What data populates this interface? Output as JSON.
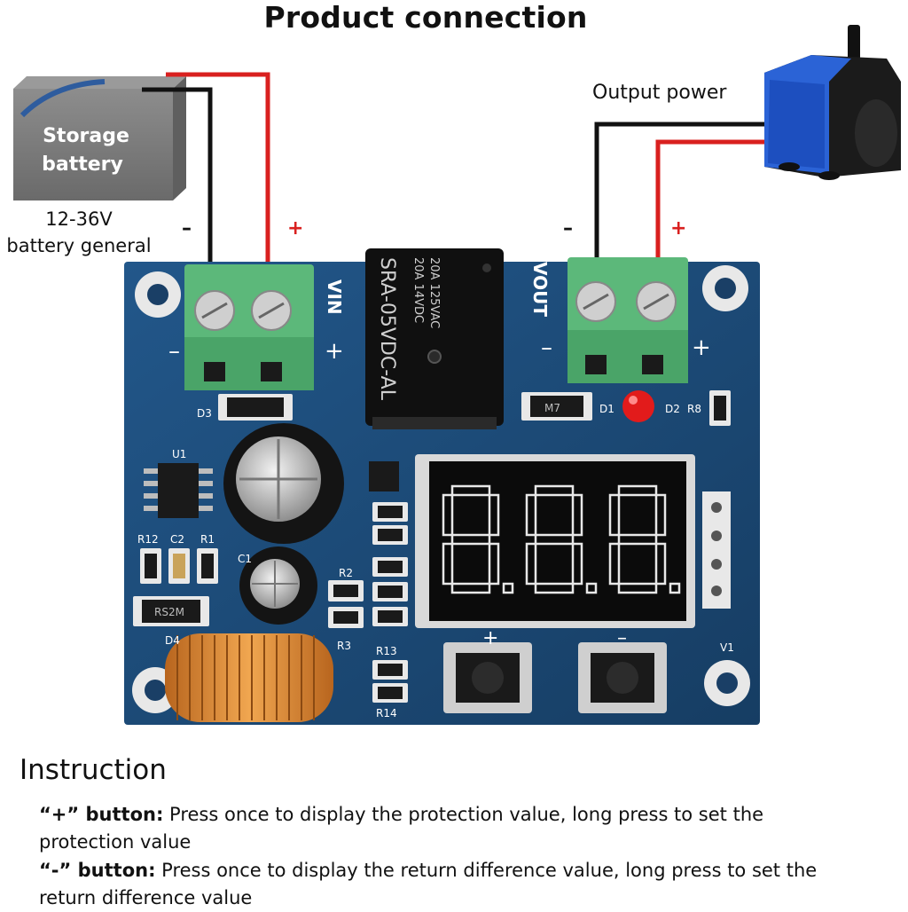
{
  "title": "Product connection",
  "battery": {
    "label_line1": "Storage",
    "label_line2": "battery",
    "voltage_line1": "12-36V",
    "voltage_line2": "battery general"
  },
  "output_label": "Output power",
  "signs": {
    "left_minus": "–",
    "left_plus": "+",
    "right_minus": "–",
    "right_plus": "+"
  },
  "board": {
    "vin": "VIN",
    "vout": "VOUT",
    "relay_line1": "SRA-05VDC-AL",
    "relay_line2": "20A  14VDC",
    "relay_line3": "20A  125VAC",
    "display_digits": "8.8.8.",
    "labels": {
      "d3": "D3",
      "d1": "D1",
      "d2": "D2",
      "r8": "R8",
      "u1": "U1",
      "r12": "R12",
      "c2": "C2",
      "r1": "R1",
      "c1": "C1",
      "r2": "R2",
      "r3": "R3",
      "r13": "R13",
      "r14": "R14",
      "d4": "D4",
      "v1": "V1",
      "d4_marking": "RS2M",
      "d1_marking": "M7"
    },
    "btn_plus": "+",
    "btn_minus": "–",
    "vin_plus": "+",
    "vin_minus": "–",
    "vout_plus": "+",
    "vout_minus": "–"
  },
  "instruction": {
    "heading": "Instruction",
    "item1_key": "“+” button:",
    "item1_text": " Press once to display the protection value, long press to set the protection value",
    "item2_key": "“-” button:",
    "item2_text": " Press once to display the return difference value, long press to set the return difference value"
  },
  "colors": {
    "pcb": "#1f4e79",
    "terminal": "#5cb87a",
    "wire_red": "#d9201f",
    "wire_black": "#111111",
    "pump_blue": "#2b63d6"
  }
}
